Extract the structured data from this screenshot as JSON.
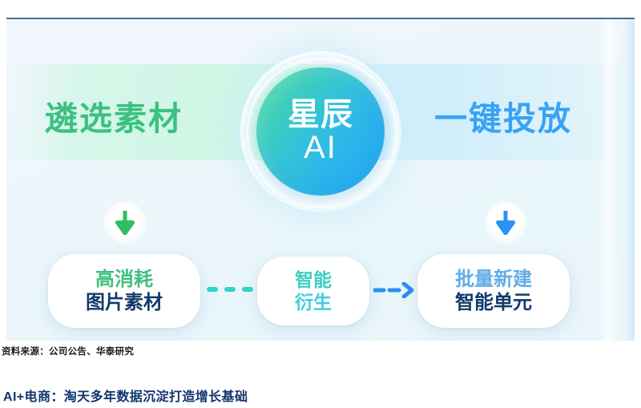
{
  "figure": {
    "left_label": "遴选素材",
    "right_label": "一键投放",
    "orb": {
      "line1": "星辰",
      "line2": "AI"
    },
    "arrows": {
      "left_icon": "arrow-down-icon",
      "right_icon": "arrow-down-icon"
    },
    "cards": [
      {
        "line1": "高消耗",
        "line2": "图片素材"
      },
      {
        "line1": "智能",
        "line2": "衍生"
      },
      {
        "line1": "批量新建",
        "line2": "智能单元"
      }
    ],
    "connectors": [
      {
        "type": "dashed-line",
        "dashes": 3
      },
      {
        "type": "dashed-arrow",
        "dashes": 2
      }
    ]
  },
  "source_note": "资料来源：公司公告、华泰研究",
  "caption": "AI+电商：淘天多年数据沉淀打造增长基础",
  "colors": {
    "green": "#3cc180",
    "blue": "#3aa2f5",
    "navy": "#123a6b",
    "cyan": "#2ed5c8",
    "caption": "#12356e",
    "orb_gradient_start": "#4bdba0",
    "orb_gradient_end": "#25a9f7",
    "panel_border": "#4a6d96"
  }
}
